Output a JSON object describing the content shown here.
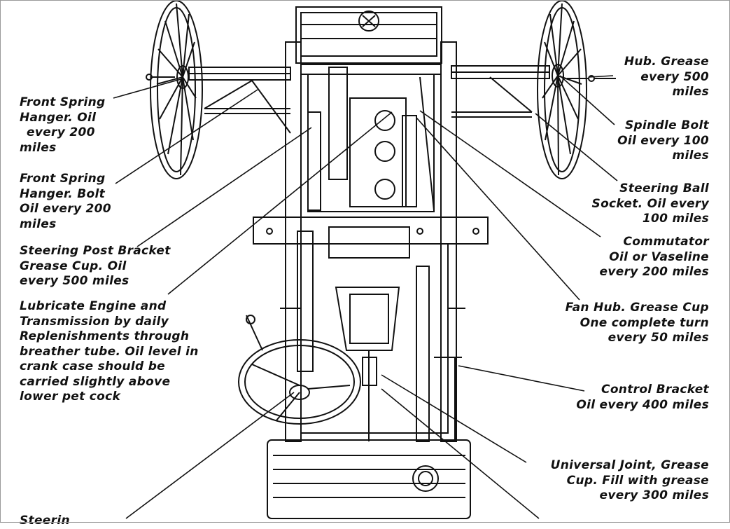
{
  "labels": {
    "front_spring_hanger_oil": [
      "Front Spring",
      "Hanger. Oil",
      "every 200",
      "miles"
    ],
    "front_spring_hanger_bolt": [
      "Front Spring",
      "Hanger. Bolt",
      "Oil every 200",
      "miles"
    ],
    "steering_post_bracket": [
      "Steering Post Bracket",
      "Grease Cup. Oil",
      "every 500 miles"
    ],
    "lubricate_engine": [
      "Lubricate Engine and",
      "Transmission by daily",
      "Replenishments through",
      "breather tube. Oil level in",
      "crank case should be",
      "carried slightly above",
      "lower pet cock"
    ],
    "steering_cut": "Steerin",
    "hub_grease": [
      "Hub. Grease",
      "every 500",
      "miles"
    ],
    "spindle_bolt": [
      "Spindle Bolt",
      "Oil every 100",
      "miles"
    ],
    "steering_ball_socket": [
      "Steering Ball",
      "Socket. Oil every",
      "100 miles"
    ],
    "commutator": [
      "Commutator",
      "Oil or Vaseline",
      "every 200 miles"
    ],
    "fan_hub": [
      "Fan Hub. Grease Cup",
      "One complete turn",
      "every 50 miles"
    ],
    "control_bracket": [
      "Control Bracket",
      "Oil every 400 miles"
    ],
    "universal_joint": [
      "Universal Joint, Grease",
      "Cup. Fill with grease",
      "every 300 miles"
    ]
  },
  "colors": {
    "ink": "#111111",
    "paper": "#ffffff"
  }
}
